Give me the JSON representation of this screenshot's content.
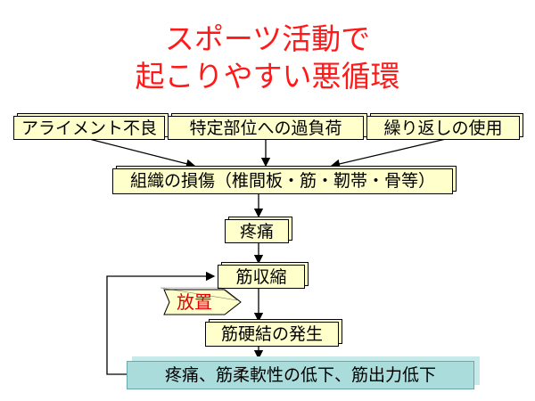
{
  "title": {
    "line1": "スポーツ活動で",
    "line2": "起こりやすい悪循環"
  },
  "causes": [
    {
      "label": "アライメント不良"
    },
    {
      "label": "特定部位への過負荷"
    },
    {
      "label": "繰り返しの使用"
    }
  ],
  "nodes": {
    "tissue_damage": "組織の損傷（椎間板・筋・靭帯・骨等）",
    "pain": "疼痛",
    "muscle_contraction": "筋収縮",
    "neglect": "放置",
    "muscle_knot": "筋硬結の発生",
    "result": "疼痛、筋柔軟性の低下、筋出力低下"
  }
}
